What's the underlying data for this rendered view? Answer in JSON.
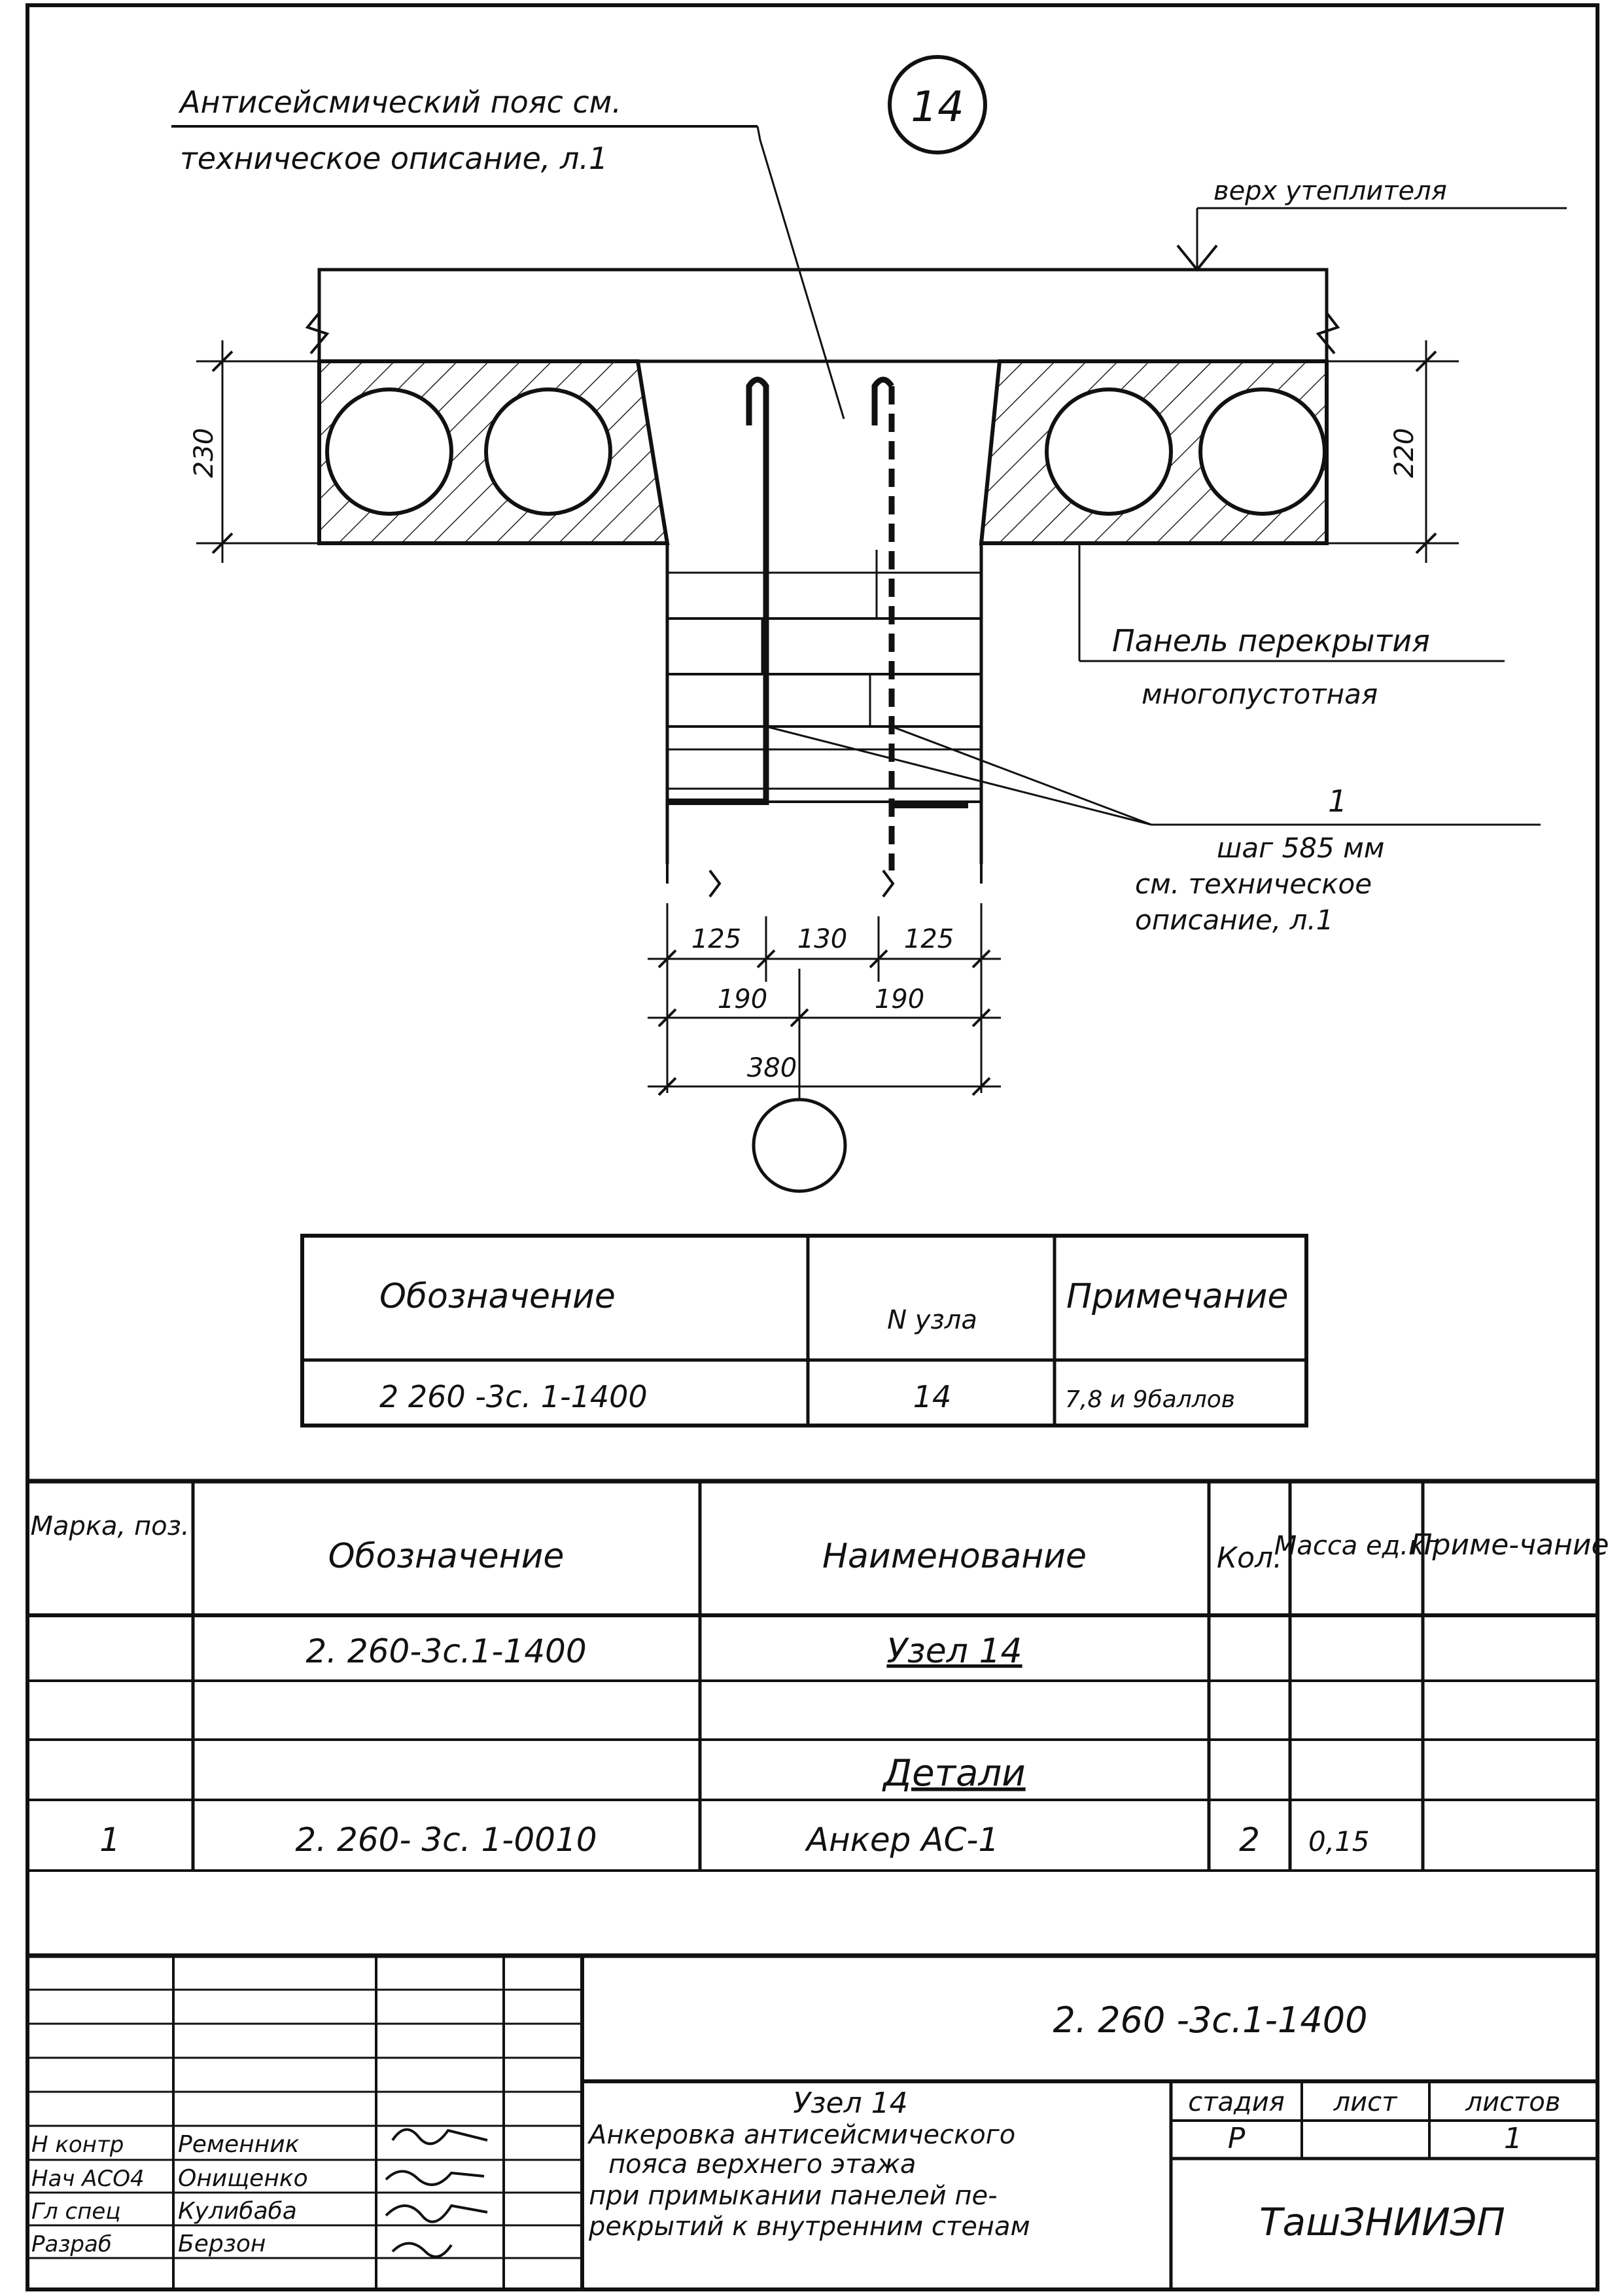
{
  "drawing": {
    "node_number": "14",
    "callout_belt_line1": "Антисейсмический пояс см.",
    "callout_belt_line2": "техническое описание, л.1",
    "insulation_top": "верх утеплителя",
    "dim_left_height": "230",
    "dim_right_height": "220",
    "panel_label_line1": "Панель перекрытия",
    "panel_label_line2": "многопустотная",
    "anchor_callout_number": "1",
    "anchor_step": "шаг 585 мм",
    "anchor_ref_line1": "см. техническое",
    "anchor_ref_line2": "описание, л.1",
    "dims": {
      "d125_left": "125",
      "d130": "130",
      "d125_right": "125",
      "d190_left": "190",
      "d190_right": "190",
      "d380": "380"
    }
  },
  "node_table": {
    "headers": [
      "Обозначение",
      "N узла",
      "Примечание"
    ],
    "row": [
      "2 260 -3с. 1-1400",
      "14",
      "7,8 и 9баллов"
    ]
  },
  "spec_table": {
    "headers": {
      "mark": "Марка, поз.",
      "designation": "Обозначение",
      "name": "Наименование",
      "qty": "Кол.",
      "mass": "Масса ед.кг",
      "note": "Приме-чание"
    },
    "rows": [
      {
        "mark": "",
        "designation": "2. 260-3с.1-1400",
        "name": "Узел 14",
        "qty": "",
        "mass": "",
        "note": ""
      },
      {
        "mark": "",
        "designation": "",
        "name": "",
        "qty": "",
        "mass": "",
        "note": ""
      },
      {
        "mark": "",
        "designation": "",
        "name": "Детали",
        "qty": "",
        "mass": "",
        "note": ""
      },
      {
        "mark": "1",
        "designation": "2. 260- 3с. 1-0010",
        "name": "Анкер АС-1",
        "qty": "2",
        "mass": "0,15",
        "note": ""
      }
    ]
  },
  "title_block": {
    "code": "2. 260 -3с.1-1400",
    "title_line1": "Узел 14",
    "title_line2": "Анкеровка антисейсмического",
    "title_line3": "пояса верхнего этажа",
    "title_line4": "при примыкании панелей пе-",
    "title_line5": "рекрытий к внутренним стенам",
    "stage_label": "стадия",
    "sheet_label": "лист",
    "sheets_label": "листов",
    "stage_value": "Р",
    "sheet_value": "",
    "sheets_value": "1",
    "organization": "ТашЗНИИЭП",
    "staff": [
      {
        "role": "Н контр",
        "name": "Ременник"
      },
      {
        "role": "Нач АСО4",
        "name": "Онищенко"
      },
      {
        "role": "Гл спец",
        "name": "Кулибаба"
      },
      {
        "role": "Разраб",
        "name": "Берзон"
      }
    ]
  }
}
